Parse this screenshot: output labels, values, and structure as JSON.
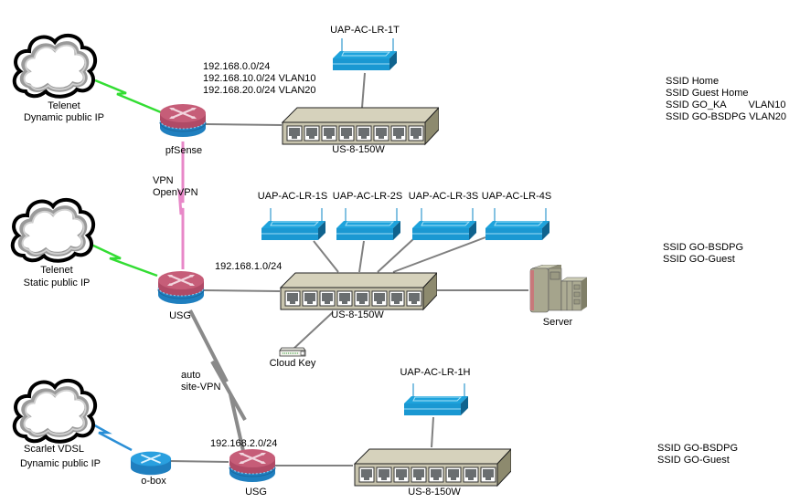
{
  "colors": {
    "wan_telenet": "#33dd33",
    "wan_scarlet": "#2b8fd6",
    "vpn_openvpn": "#e888c8",
    "vpn_site": "#8a8a8a",
    "ethernet": "#808080",
    "router_top": "#c0506a",
    "router_body": "#1f7fbf",
    "ap_body": "#1ea3dc",
    "switch_body": "#cdc9b4"
  },
  "sites": [
    {
      "cloud": {
        "line1": "Telenet",
        "line2": "Dynamic public IP"
      },
      "router": {
        "label": "pfSense"
      },
      "subnets": [
        "192.168.0.0/24",
        "192.168.10.0/24 VLAN10",
        "192.168.20.0/24 VLAN20"
      ],
      "switch": {
        "label": "US-8-150W"
      },
      "access_points": [
        {
          "label": "UAP-AC-LR-1T"
        }
      ],
      "ssids": [
        "SSID Home",
        "SSID Guest Home",
        "SSID GO_KA        VLAN10",
        "SSID GO-BSDPG VLAN20"
      ]
    },
    {
      "cloud": {
        "line1": "Telenet",
        "line2": "Static public IP"
      },
      "router": {
        "label": "USG"
      },
      "subnets": [
        "192.168.1.0/24"
      ],
      "switch": {
        "label": "US-8-150W"
      },
      "access_points": [
        {
          "label": "UAP-AC-LR-1S"
        },
        {
          "label": "UAP-AC-LR-2S"
        },
        {
          "label": "UAP-AC-LR-3S"
        },
        {
          "label": "UAP-AC-LR-4S"
        }
      ],
      "server": {
        "label": "Server"
      },
      "cloud_key": {
        "label": "Cloud Key"
      },
      "ssids": [
        "SSID GO-BSDPG",
        "SSID GO-Guest"
      ]
    },
    {
      "cloud": {
        "line1": "Scarlet VDSL",
        "line2": "Dynamic public IP"
      },
      "modem": {
        "label": "o-box"
      },
      "router": {
        "label": "USG"
      },
      "subnets": [
        "192.168.2.0/24"
      ],
      "switch": {
        "label": "US-8-150W"
      },
      "access_points": [
        {
          "label": "UAP-AC-LR-1H"
        }
      ],
      "ssids": [
        "SSID GO-BSDPG",
        "SSID GO-Guest"
      ]
    }
  ],
  "vpn_links": [
    {
      "line1": "VPN",
      "line2": "OpenVPN"
    },
    {
      "line1": "auto",
      "line2": "site-VPN"
    }
  ]
}
